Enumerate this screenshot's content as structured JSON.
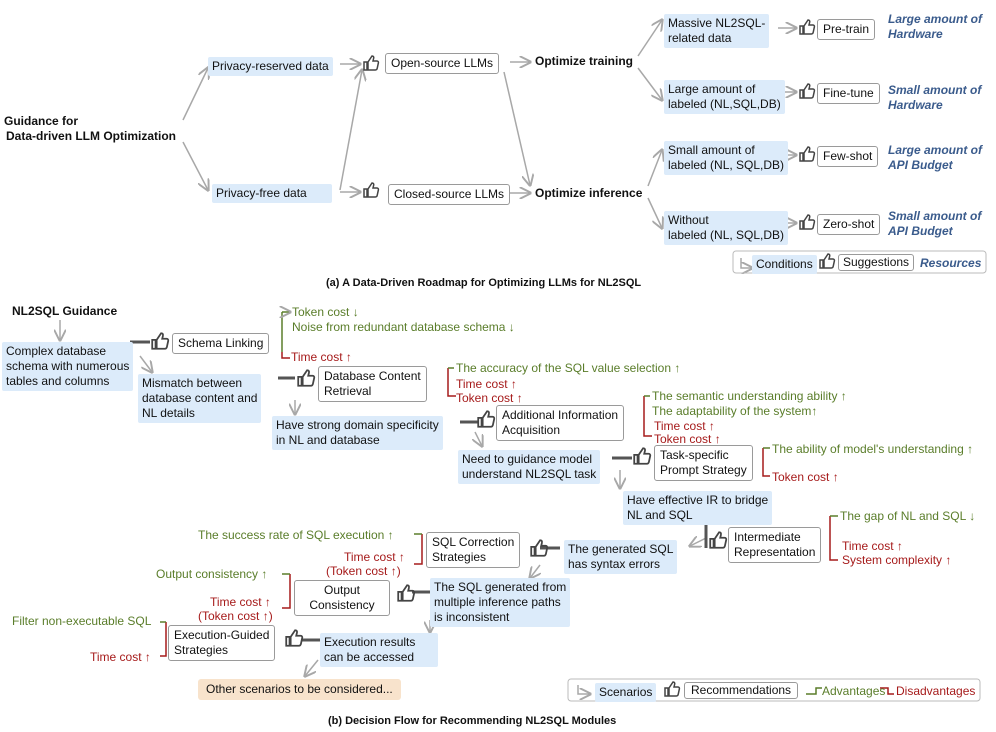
{
  "roadmap": {
    "guidance_title_line1": "Guidance for",
    "guidance_title_line2": "Data-driven LLM Optimization",
    "privacy_reserved": "Privacy-reserved data",
    "privacy_free": "Privacy-free data",
    "open_source": "Open-source LLMs",
    "closed_source": "Closed-source LLMs",
    "optimize_training": "Optimize training",
    "optimize_inference": "Optimize inference",
    "cond_massive_1": "Massive NL2SQL-",
    "cond_massive_2": "related data",
    "cond_large_1": "Large amount of",
    "cond_large_2": "labeled (NL,SQL,DB)",
    "cond_small_1": "Small amount of",
    "cond_small_2": "labeled (NL, SQL,DB)",
    "cond_without_1": "Without",
    "cond_without_2": "labeled (NL, SQL,DB)",
    "pretrain": "Pre-train",
    "finetune": "Fine-tune",
    "fewshot": "Few-shot",
    "zeroshot": "Zero-shot",
    "res_pretrain_1": "Large amount of",
    "res_pretrain_2": "Hardware",
    "res_finetune_1": "Small amount of",
    "res_finetune_2": "Hardware",
    "res_fewshot_1": "Large amount of",
    "res_fewshot_2": "API Budget",
    "res_zeroshot_1": "Small amount of",
    "res_zeroshot_2": "API  Budget",
    "legend_conditions": "Conditions",
    "legend_suggestions": "Suggestions",
    "legend_resources": "Resources",
    "caption": "(a)  A Data-Driven Roadmap for Optimizing LLMs for NL2SQL"
  },
  "flow": {
    "guidance_title": "NL2SQL Guidance",
    "s1_1": "Complex database",
    "s1_2": "schema with numerous",
    "s1_3": "tables and columns",
    "s2_1": "Mismatch between",
    "s2_2": "database content and",
    "s2_3": "NL details",
    "s3_1": "Have strong domain specificity",
    "s3_2": "in NL and database",
    "s4_1": "Need to guidance model",
    "s4_2": "understand NL2SQL task",
    "s5_1": "Have effective IR to bridge",
    "s5_2": "NL and SQL",
    "s6_1": "The generated SQL",
    "s6_2": "has syntax errors",
    "s7_1": "The SQL generated from",
    "s7_2": "multiple inference paths",
    "s7_3": "is inconsistent",
    "s8_1": "Execution results",
    "s8_2": "can be accessed",
    "other": "Other scenarios to be considered...",
    "m1": "Schema Linking",
    "m2_1": "Database Content",
    "m2_2": "Retrieval",
    "m3_1": "Additional Information",
    "m3_2": "Acquisition",
    "m4_1": "Task-specific",
    "m4_2": "Prompt Strategy",
    "m5_1": "Intermediate",
    "m5_2": "Representation",
    "m6_1": "SQL Correction",
    "m6_2": "Strategies",
    "m7_1": "Output",
    "m7_2": "Consistency",
    "m8_1": "Execution-Guided",
    "m8_2": "Strategies",
    "a1_1": "Token cost ↓",
    "a1_2": "Noise from redundant database schema  ↓",
    "d1_1": "Time cost ↑",
    "a2_1": "The accuracy of the SQL value selection ↑",
    "d2_1": "Time cost ↑",
    "d2_2": "Token cost ↑",
    "a3_1": "The semantic understanding ability  ↑",
    "a3_2": "The adaptability of the system↑",
    "d3_1": "Time cost  ↑",
    "d3_2": "Token cost ↑",
    "a4_1": "The ability of model's understanding  ↑",
    "d4_1": "Token cost  ↑",
    "a5_1": "The gap of NL and SQL ↓",
    "d5_1": "Time cost ↑",
    "d5_2": "System complexity ↑",
    "a6_1": "The success rate of SQL execution ↑",
    "d6_1": "Time cost ↑",
    "d6_2": "(Token cost ↑)",
    "a7_1": "Output consistency  ↑",
    "d7_1": "Time cost  ↑",
    "d7_2": "(Token cost ↑)",
    "a8_1": "Filter non-executable SQL",
    "d8_1": "Time cost ↑",
    "legend_scenarios": "Scenarios",
    "legend_recommendations": "Recommendations",
    "legend_advantages": "Advantages",
    "legend_disadvantages": "Disadvantages",
    "caption": "(b)  Decision Flow for Recommending NL2SQL Modules"
  },
  "colors": {
    "scenario_fill": "#dcebfa",
    "advantage": "#5a7d2a",
    "disadvantage": "#a61b1b",
    "resource": "#3a5b8c",
    "other_fill": "#f8e3cc",
    "arrow": "#a8a8a8"
  }
}
